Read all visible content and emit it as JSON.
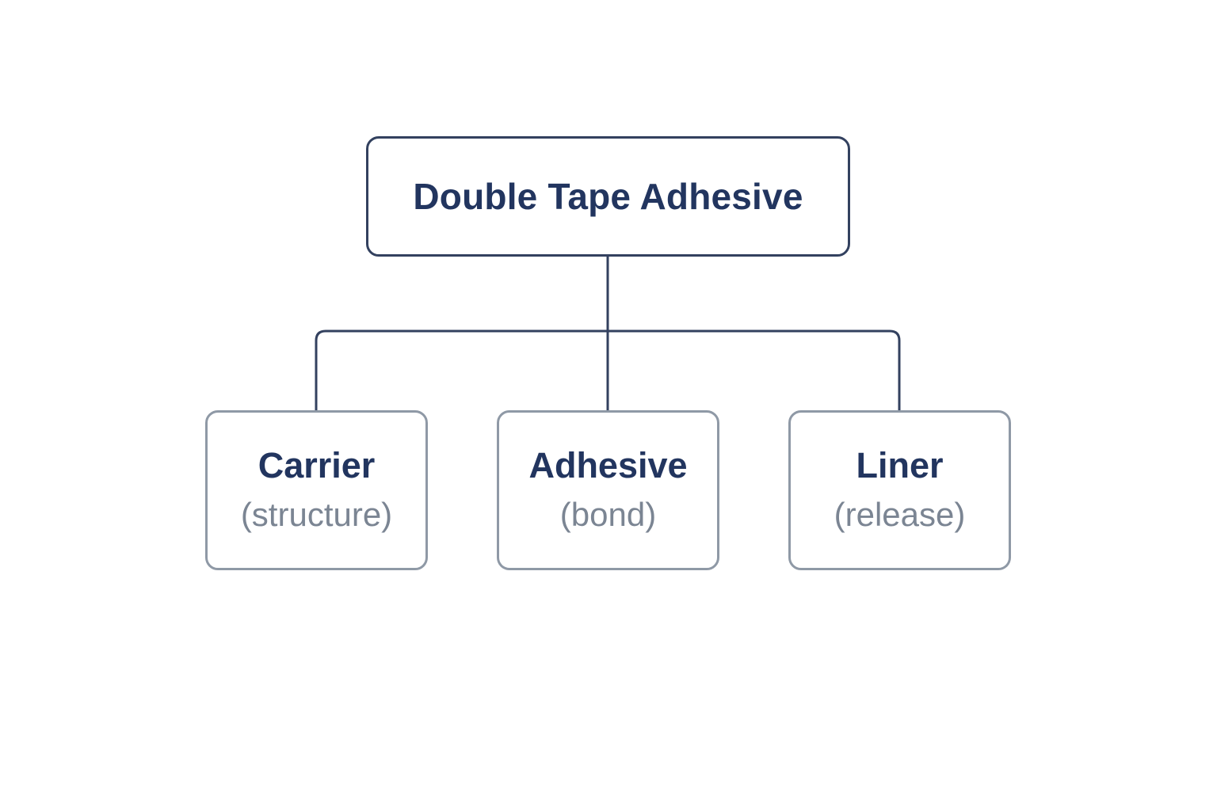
{
  "diagram": {
    "root": {
      "label": "Double Tape Adhesive"
    },
    "children": [
      {
        "label": "Carrier",
        "detail": "(structure)"
      },
      {
        "label": "Adhesive",
        "detail": "(bond)"
      },
      {
        "label": "Liner",
        "detail": "(release)"
      }
    ]
  },
  "colors": {
    "line": "#33415f",
    "root_border": "#33415f",
    "child_border": "#8f99a6",
    "title_text": "#22355f",
    "subtitle_text": "#7b8593"
  }
}
